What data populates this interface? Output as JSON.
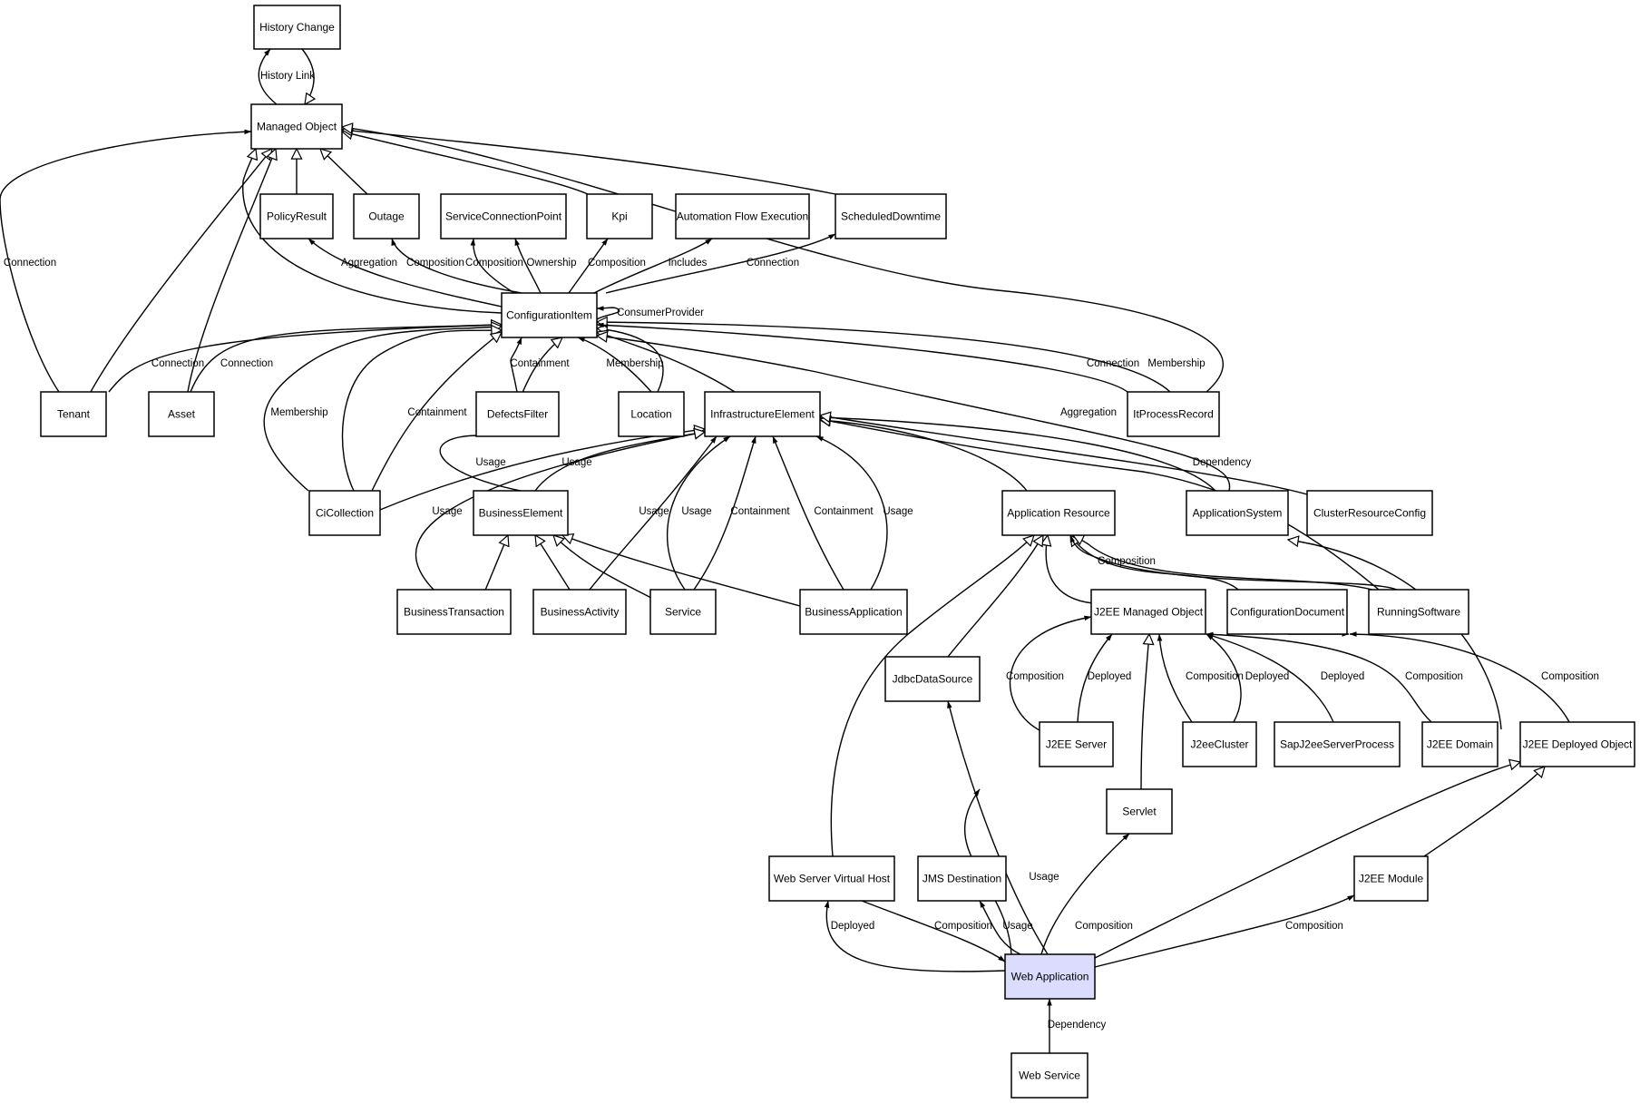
{
  "diagram": {
    "highlight_color": "#dcdcff",
    "nodes": [
      {
        "id": "history_change",
        "label": "History Change"
      },
      {
        "id": "managed_object",
        "label": "Managed Object"
      },
      {
        "id": "policy_result",
        "label": "PolicyResult"
      },
      {
        "id": "outage",
        "label": "Outage"
      },
      {
        "id": "service_cp",
        "label": "ServiceConnectionPoint"
      },
      {
        "id": "kpi",
        "label": "Kpi"
      },
      {
        "id": "afe",
        "label": "Automation Flow Execution"
      },
      {
        "id": "scheduled_downtime",
        "label": "ScheduledDowntime"
      },
      {
        "id": "ci",
        "label": "ConfigurationItem"
      },
      {
        "id": "tenant",
        "label": "Tenant"
      },
      {
        "id": "asset",
        "label": "Asset"
      },
      {
        "id": "defects_filter",
        "label": "DefectsFilter"
      },
      {
        "id": "location",
        "label": "Location"
      },
      {
        "id": "infra",
        "label": "InfrastructureElement"
      },
      {
        "id": "it_process",
        "label": "ItProcessRecord"
      },
      {
        "id": "ci_collection",
        "label": "CiCollection"
      },
      {
        "id": "business_element",
        "label": "BusinessElement"
      },
      {
        "id": "app_resource",
        "label": "Application Resource"
      },
      {
        "id": "app_system",
        "label": "ApplicationSystem"
      },
      {
        "id": "cluster_rc",
        "label": "ClusterResourceConfig"
      },
      {
        "id": "business_transaction",
        "label": "BusinessTransaction"
      },
      {
        "id": "business_activity",
        "label": "BusinessActivity"
      },
      {
        "id": "service",
        "label": "Service"
      },
      {
        "id": "business_application",
        "label": "BusinessApplication"
      },
      {
        "id": "j2ee_mo",
        "label": "J2EE Managed Object"
      },
      {
        "id": "config_doc",
        "label": "ConfigurationDocument"
      },
      {
        "id": "running_sw",
        "label": "RunningSoftware"
      },
      {
        "id": "jdbc",
        "label": "JdbcDataSource"
      },
      {
        "id": "j2ee_server",
        "label": "J2EE Server"
      },
      {
        "id": "j2ee_cluster",
        "label": "J2eeCluster"
      },
      {
        "id": "sap",
        "label": "SapJ2eeServerProcess"
      },
      {
        "id": "j2ee_domain",
        "label": "J2EE Domain"
      },
      {
        "id": "j2ee_deployed",
        "label": "J2EE Deployed Object"
      },
      {
        "id": "servlet",
        "label": "Servlet"
      },
      {
        "id": "wsvh",
        "label": "Web Server Virtual Host"
      },
      {
        "id": "jms",
        "label": "JMS Destination"
      },
      {
        "id": "j2ee_module",
        "label": "J2EE Module"
      },
      {
        "id": "web_app",
        "label": "Web Application",
        "highlight": true
      },
      {
        "id": "web_service",
        "label": "Web Service"
      }
    ],
    "edge_labels": [
      "History Link",
      "Connection",
      "Aggregation",
      "Composition",
      "Composition",
      "Ownership",
      "Composition",
      "Includes",
      "Connection",
      "ConsumerProvider",
      "Connection",
      "Connection",
      "Containment",
      "Membership",
      "Membership",
      "Containment",
      "Connection",
      "Membership",
      "Aggregation",
      "Dependency",
      "Usage",
      "Usage",
      "Usage",
      "Usage",
      "Usage",
      "Containment",
      "Containment",
      "Usage",
      "Composition",
      "Composition",
      "Deployed",
      "Composition",
      "Deployed",
      "Deployed",
      "Composition",
      "Composition",
      "Usage",
      "Deployed",
      "Composition",
      "Usage",
      "Composition",
      "Composition",
      "Dependency"
    ]
  }
}
